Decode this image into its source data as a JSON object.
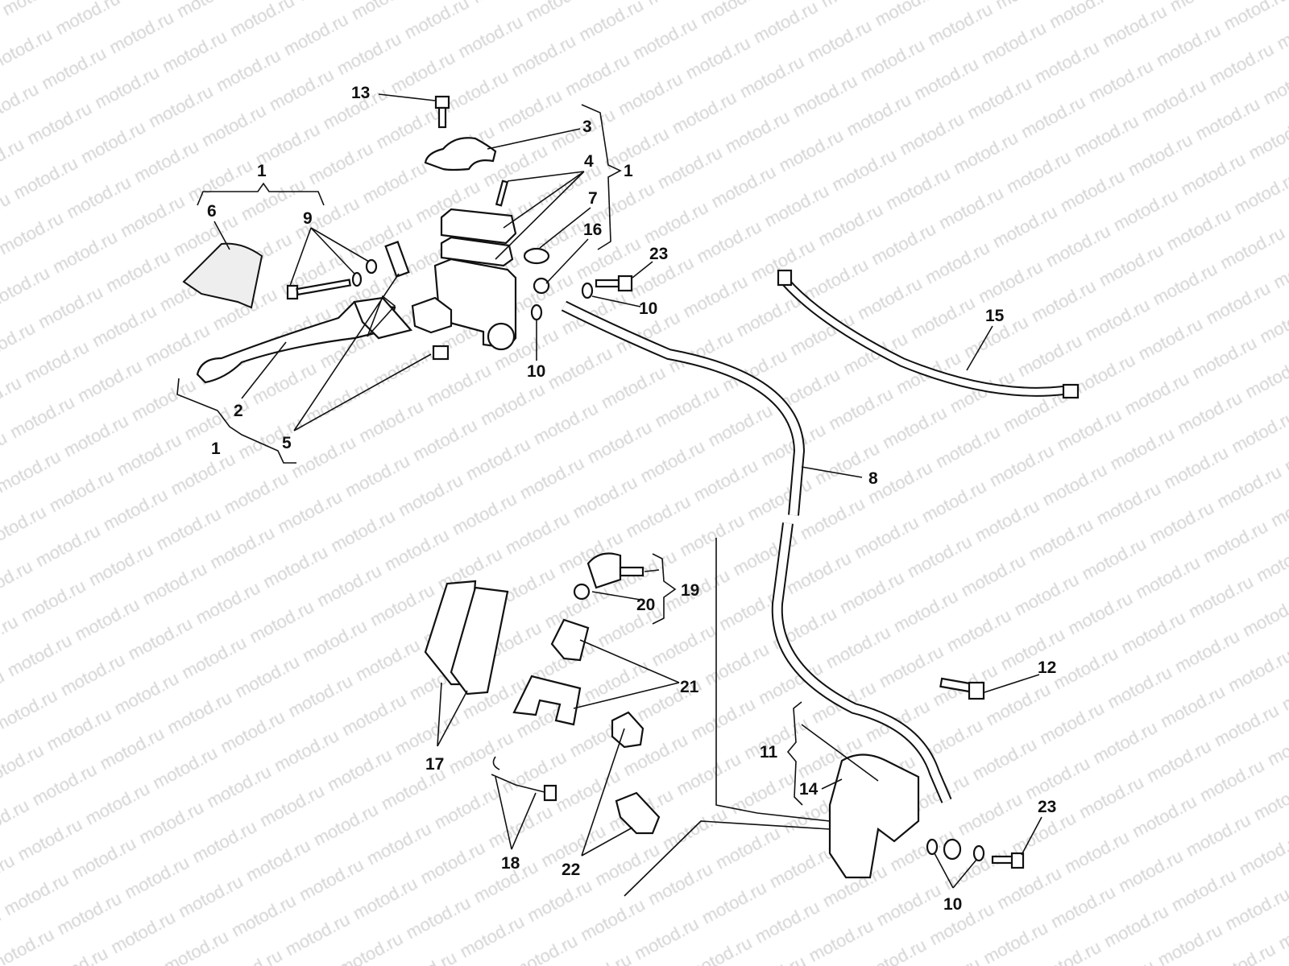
{
  "watermark": "motod.ru",
  "labels": {
    "l13": "13",
    "l3": "3",
    "l4": "4",
    "l1_right": "1",
    "l1_top": "1",
    "l6": "6",
    "l9": "9",
    "l7": "7",
    "l16": "16",
    "l23_top": "23",
    "l10_a": "10",
    "l10_b": "10",
    "l15": "15",
    "l2": "2",
    "l5": "5",
    "l1_bottom": "1",
    "l8": "8",
    "l19": "19",
    "l20": "20",
    "l21": "21",
    "l12": "12",
    "l11": "11",
    "l14": "14",
    "l17": "17",
    "l18": "18",
    "l22": "22",
    "l23_bottom": "23",
    "l10_c": "10"
  }
}
